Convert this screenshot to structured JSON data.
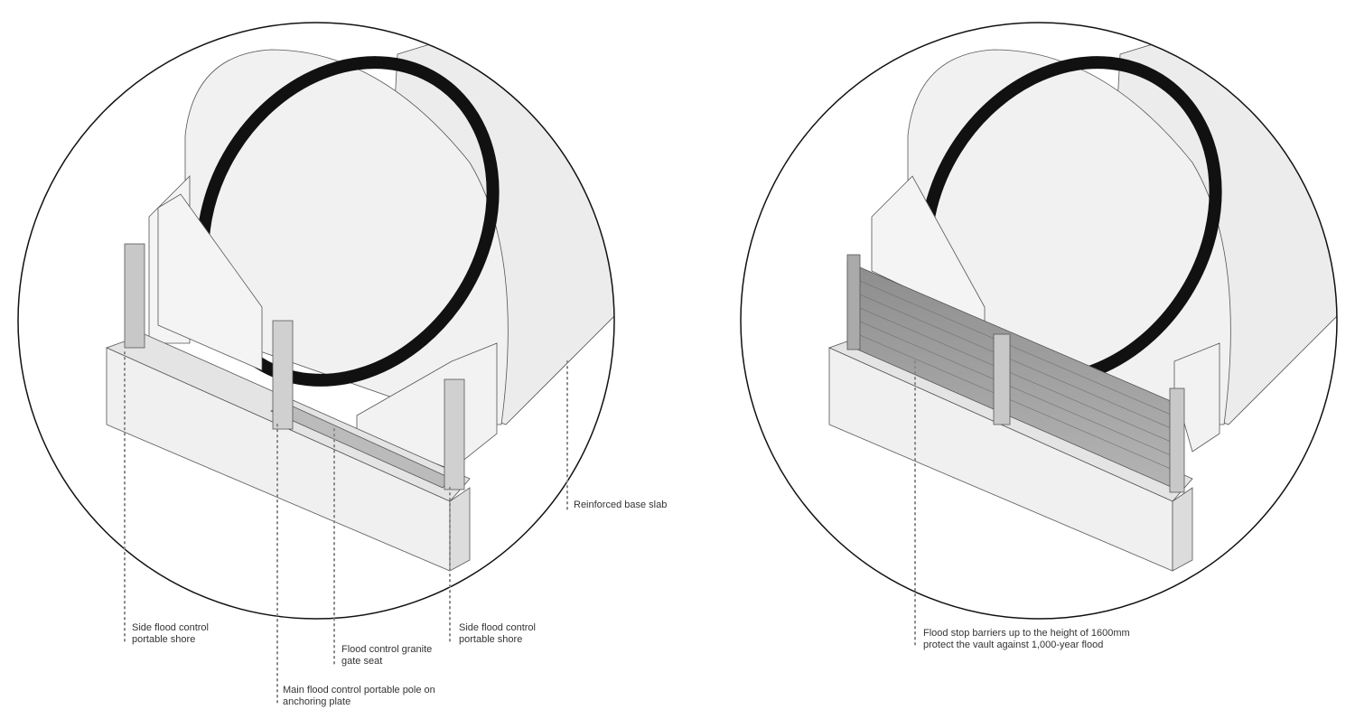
{
  "left_panel": {
    "labels": {
      "side_shore_left": [
        "Side flood control",
        "portable shore"
      ],
      "main_pole": [
        "Main flood control portable pole on",
        "anchoring plate"
      ],
      "granite_seat": [
        "Flood control granite",
        "gate seat"
      ],
      "side_shore_right": [
        "Side flood control",
        "portable shore"
      ],
      "base_slab": [
        "Reinforced base slab"
      ]
    }
  },
  "right_panel": {
    "labels": {
      "barriers": [
        "Flood stop barriers up to the height of 1600mm",
        "protect the vault against 1,000-year flood"
      ]
    }
  },
  "colors": {
    "ring": "#111111",
    "slab": "#ececec",
    "barrier": "#9a9a9a",
    "leader": "#888888"
  }
}
